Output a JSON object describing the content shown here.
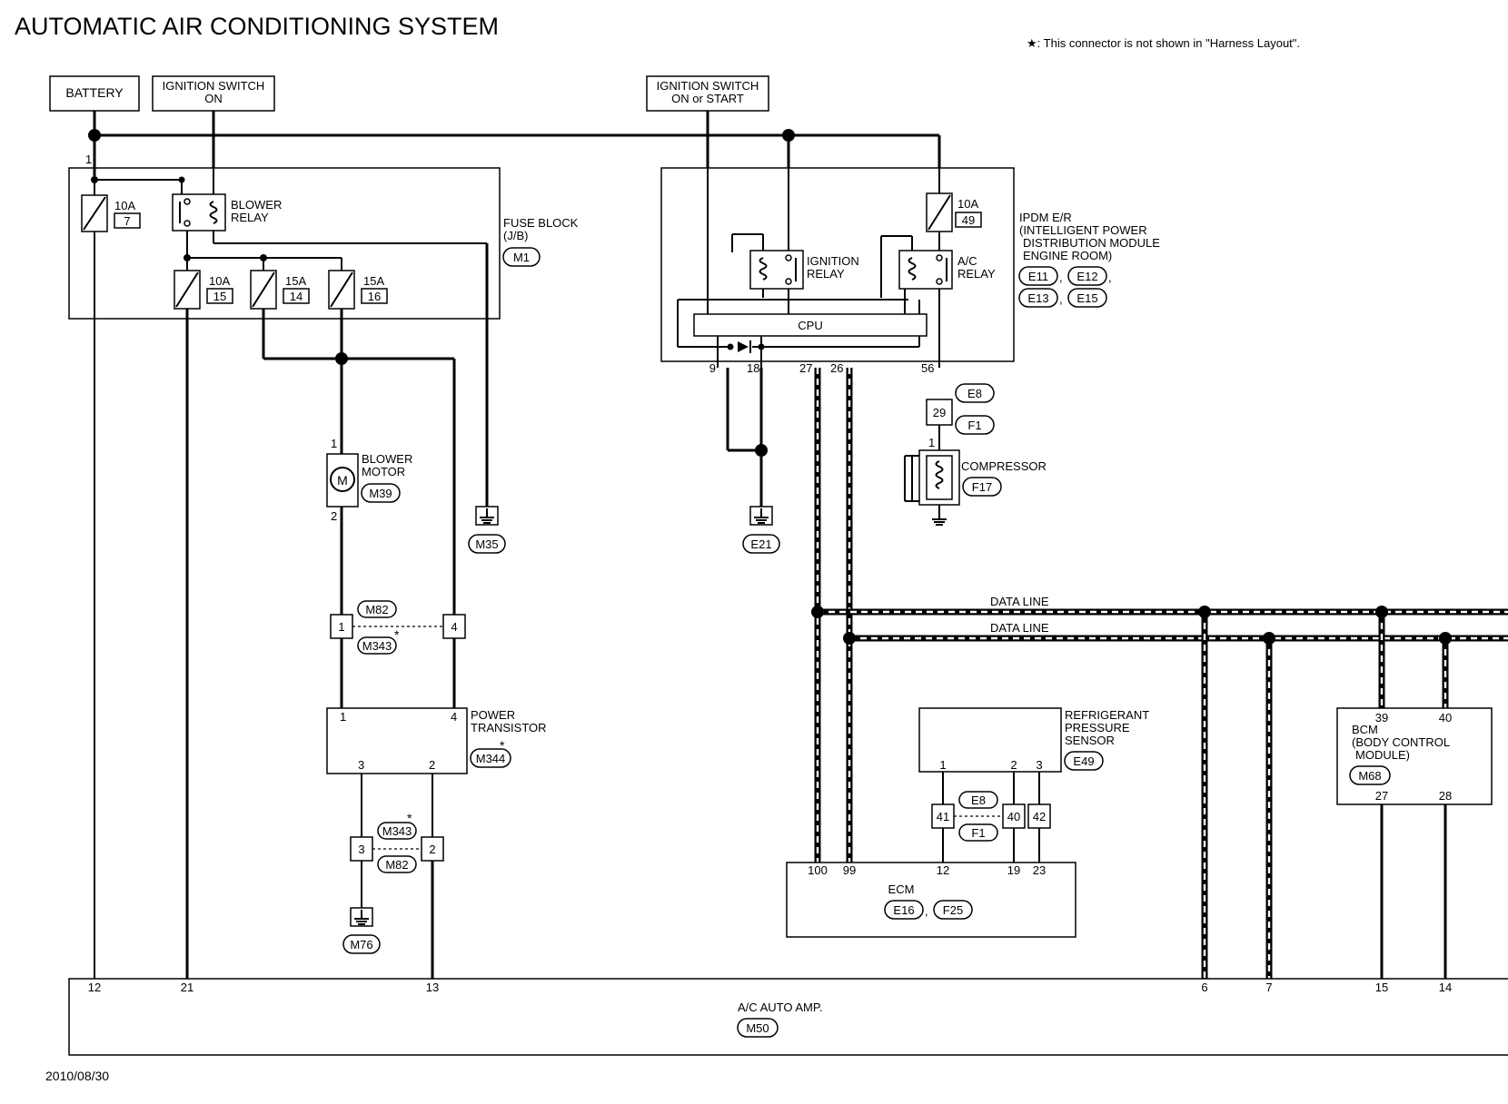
{
  "title": "AUTOMATIC AIR CONDITIONING SYSTEM",
  "note": "★: This connector is not shown in \"Harness Layout\".",
  "date": "2010/08/30",
  "sources": {
    "battery": "BATTERY",
    "ign_on_1": "IGNITION SWITCH",
    "ign_on_2": "ON",
    "ign_start_1": "IGNITION SWITCH",
    "ign_start_2": "ON or START"
  },
  "fuse_block": {
    "label_1": "FUSE BLOCK",
    "label_2": "(J/B)",
    "connector": "M1",
    "pin_1": "1",
    "fuse7_amp": "10A",
    "fuse7_no": "7",
    "fuse15_amp": "10A",
    "fuse15_no": "15",
    "fuse14_amp": "15A",
    "fuse14_no": "14",
    "fuse16_amp": "15A",
    "fuse16_no": "16",
    "blower_relay_1": "BLOWER",
    "blower_relay_2": "RELAY"
  },
  "ipdm": {
    "label_1": "IPDM E/R",
    "label_2": "(INTELLIGENT POWER",
    "label_3": "DISTRIBUTION MODULE",
    "label_4": "ENGINE ROOM)",
    "conn_1": "E11",
    "conn_2": "E12",
    "conn_3": "E13",
    "conn_4": "E15",
    "fuse_amp": "10A",
    "fuse_no": "49",
    "ign_relay_1": "IGNITION",
    "ign_relay_2": "RELAY",
    "ac_relay_1": "A/C",
    "ac_relay_2": "RELAY",
    "cpu": "CPU",
    "pin_9": "9",
    "pin_18": "18",
    "pin_27": "27",
    "pin_26": "26",
    "pin_56": "56"
  },
  "compressor": {
    "label": "COMPRESSOR",
    "connector": "F17",
    "jc_pin": "29",
    "jc_e": "E8",
    "jc_f": "F1",
    "pin_1": "1"
  },
  "grounds": {
    "g1": "M35",
    "g2": "E21",
    "g3": "M76"
  },
  "blower_motor": {
    "label_1": "BLOWER",
    "label_2": "MOTOR",
    "connector": "M39",
    "pin_1": "1",
    "pin_2": "2",
    "symbol": "M"
  },
  "jc_upper": {
    "pin_left": "1",
    "pin_right": "4",
    "conn_a": "M82",
    "conn_b": "M343",
    "star": "*"
  },
  "power_transistor": {
    "label_1": "POWER",
    "label_2": "TRANSISTOR",
    "connector": "M344",
    "star": "*",
    "pin_1": "1",
    "pin_4": "4",
    "pin_3": "3",
    "pin_2": "2"
  },
  "jc_lower": {
    "pin_left": "3",
    "pin_right": "2",
    "conn_a": "M343",
    "conn_b": "M82",
    "star": "*"
  },
  "data_lines": {
    "line_1": "DATA LINE",
    "line_2": "DATA LINE"
  },
  "refrigerant_sensor": {
    "label_1": "REFRIGERANT",
    "label_2": "PRESSURE",
    "label_3": "SENSOR",
    "connector": "E49",
    "pin_1": "1",
    "pin_2": "2",
    "pin_3": "3",
    "jc_41": "41",
    "jc_40": "40",
    "jc_42": "42",
    "jc_e": "E8",
    "jc_f": "F1"
  },
  "ecm": {
    "label": "ECM",
    "conn_1": "E16",
    "conn_2": "F25",
    "pin_100": "100",
    "pin_99": "99",
    "pin_12": "12",
    "pin_19": "19",
    "pin_23": "23"
  },
  "bcm": {
    "label_1": "BCM",
    "label_2": "(BODY CONTROL",
    "label_3": "MODULE)",
    "connector": "M68",
    "pin_39": "39",
    "pin_40": "40",
    "pin_27": "27",
    "pin_28": "28"
  },
  "ac_amp": {
    "label": "A/C AUTO AMP.",
    "connector": "M50",
    "pin_12": "12",
    "pin_21": "21",
    "pin_13": "13",
    "pin_6": "6",
    "pin_7": "7",
    "pin_15": "15",
    "pin_14": "14"
  }
}
